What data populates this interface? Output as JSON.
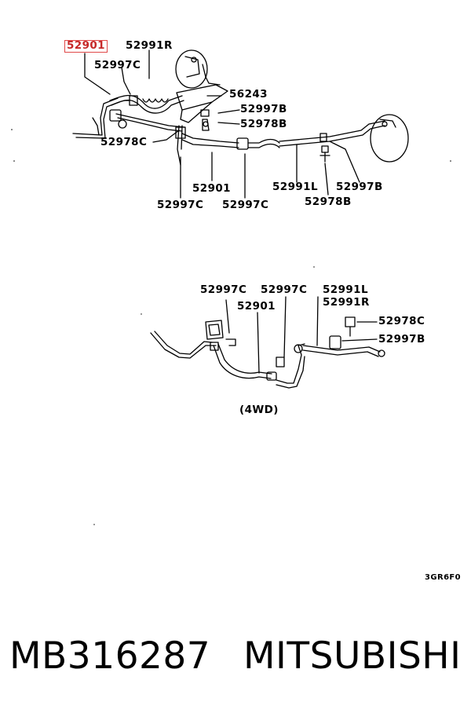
{
  "diagram": {
    "top_labels": {
      "highlighted": "52901",
      "l_52991R": "52991R",
      "l_52997C_a": "52997C",
      "l_56243": "56243",
      "l_52997B_a": "52997B",
      "l_52978B_a": "52978B",
      "l_52978C_a": "52978C",
      "l_52901_b": "52901",
      "l_52997C_b": "52997C",
      "l_52997C_c": "52997C",
      "l_52991L": "52991L",
      "l_52997B_b": "52997B",
      "l_52978B_b": "52978B"
    },
    "lower_labels": {
      "l_52997C_d": "52997C",
      "l_52997C_e": "52997C",
      "l_52901_c": "52901",
      "l_52991L": "52991L",
      "l_52991R": "52991R",
      "l_52978C": "52978C",
      "l_52997B": "52997B"
    },
    "variant_label": "(4WD)",
    "figure_code": "3GR6F0"
  },
  "caption": {
    "part_number": "MB316287",
    "brand": "MITSUBISHI"
  }
}
